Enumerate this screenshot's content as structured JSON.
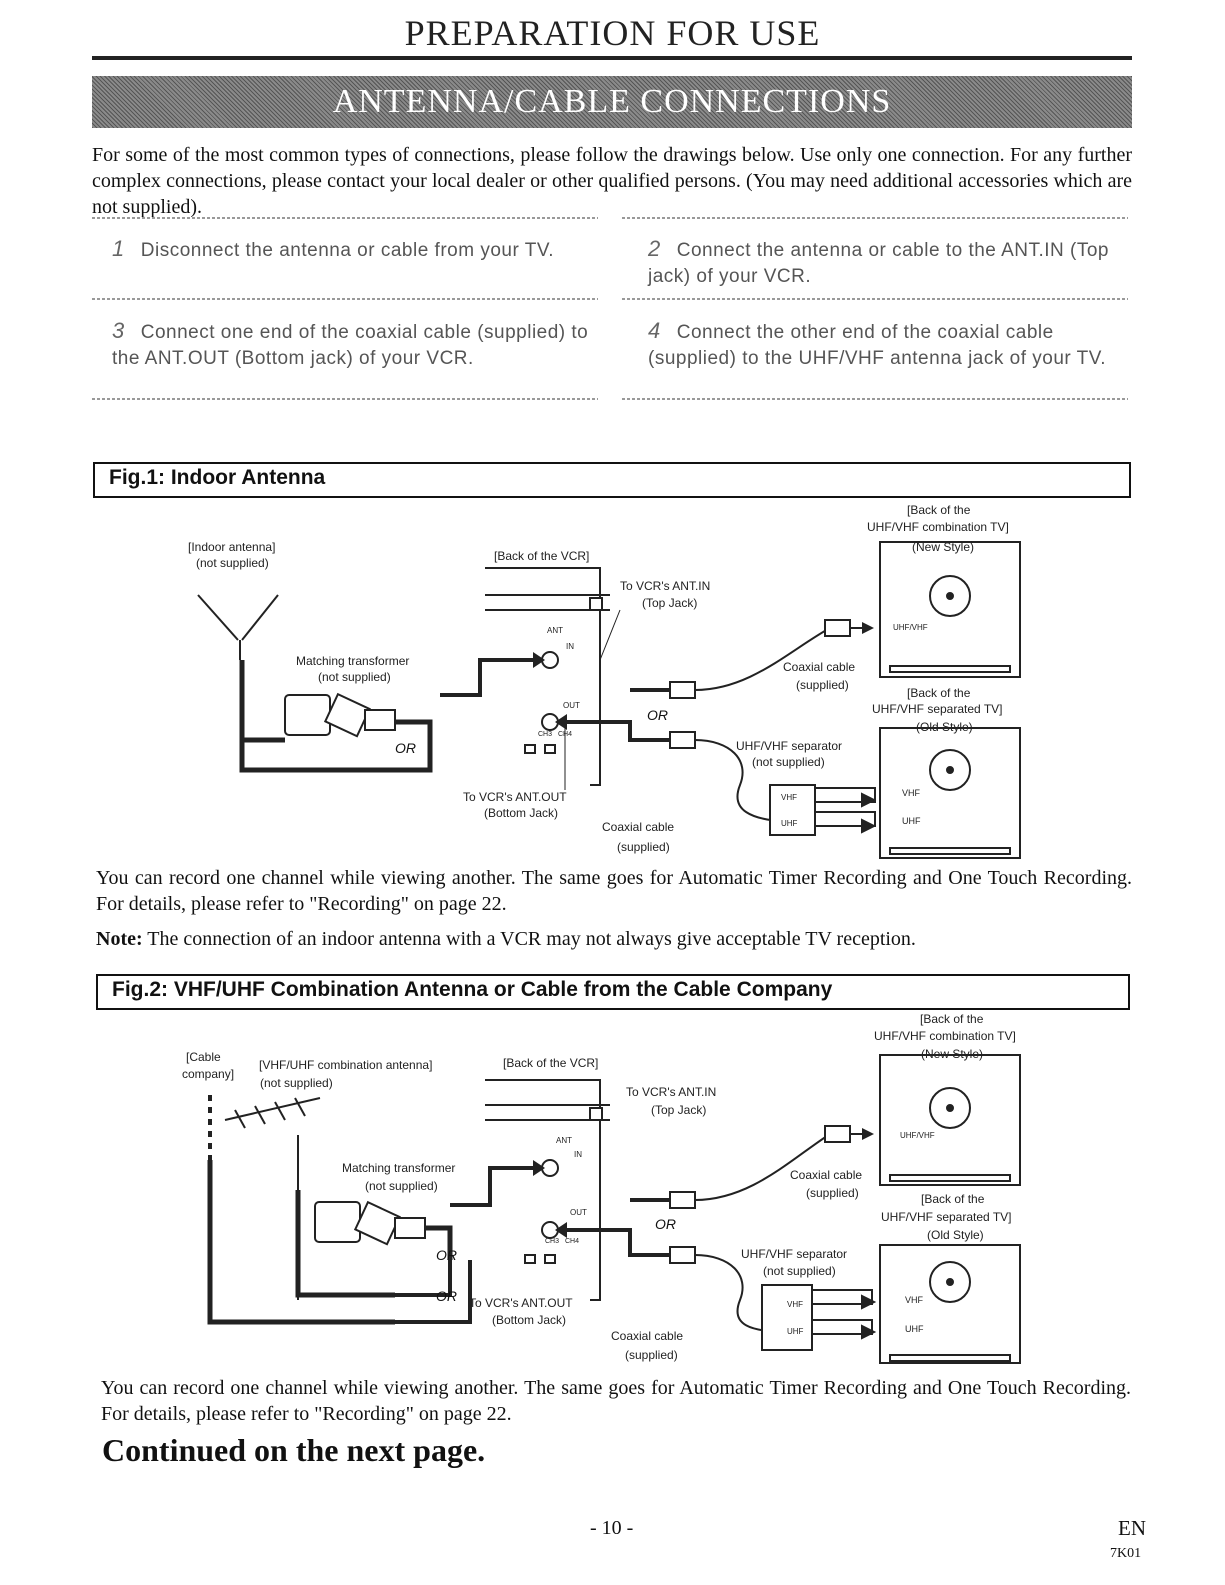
{
  "page": {
    "title": "PREPARATION FOR USE",
    "section_banner": "ANTENNA/CABLE CONNECTIONS",
    "intro": "For some of the most common types of connections, please follow the drawings below. Use only one connection. For any further complex connections, please contact your local dealer or other qualified persons. (You may need additional accessories which are not supplied).",
    "steps": [
      {
        "num": "1",
        "text": "Disconnect the antenna or cable from your TV."
      },
      {
        "num": "2",
        "text": "Connect the antenna or cable to the ANT.IN (Top jack) of your VCR."
      },
      {
        "num": "3",
        "text": "Connect one end of the coaxial cable (supplied) to the ANT.OUT (Bottom jack) of your VCR."
      },
      {
        "num": "4",
        "text": "Connect the other end of the coaxial cable (supplied) to the UHF/VHF antenna jack of your TV."
      }
    ],
    "fig1": {
      "title": "Fig.1: Indoor Antenna",
      "indoor_antenna": "[Indoor antenna]",
      "not_supplied": "(not supplied)",
      "matching_transformer": "Matching transformer",
      "back_vcr": "[Back of the VCR]",
      "to_ant_in": "To VCR's ANT.IN",
      "top_jack": "(Top Jack)",
      "to_ant_out": "To VCR's ANT.OUT",
      "bottom_jack": "(Bottom Jack)",
      "coaxial_cable": "Coaxial cable",
      "supplied": "(supplied)",
      "separator": "UHF/VHF separator",
      "back_tv_combo_1": "[Back of the",
      "back_tv_combo_2": "UHF/VHF combination TV]",
      "new_style": "(New Style)",
      "back_tv_sep_1": "[Back of the",
      "back_tv_sep_2": "UHF/VHF separated TV]",
      "old_style": "(Old Style)",
      "or": "OR",
      "ant": "ANT",
      "in": "IN",
      "out": "OUT",
      "ch3": "CH3",
      "ch4": "CH4",
      "uhfvhf": "UHF/VHF",
      "vhf": "VHF",
      "uhf": "UHF"
    },
    "after_fig1": "You can record one channel while viewing another. The same goes for Automatic Timer Recording and One Touch Recording. For details, please refer to \"Recording\" on page 22.",
    "note_label": "Note:",
    "note_text": "The connection of an indoor antenna with a VCR may not always give acceptable TV reception.",
    "fig2": {
      "title": "Fig.2: VHF/UHF Combination Antenna or Cable from the Cable Company",
      "cable_company_1": "[Cable",
      "cable_company_2": "company]",
      "combo_antenna": "[VHF/UHF combination antenna]",
      "not_supplied": "(not supplied)",
      "matching_transformer": "Matching transformer",
      "back_vcr": "[Back of the VCR]",
      "to_ant_in": "To VCR's ANT.IN",
      "top_jack": "(Top Jack)",
      "to_ant_out": "To VCR's ANT.OUT",
      "bottom_jack": "(Bottom Jack)",
      "coaxial_cable": "Coaxial cable",
      "supplied": "(supplied)",
      "separator": "UHF/VHF separator",
      "back_tv_combo_1": "[Back of the",
      "back_tv_combo_2": "UHF/VHF combination TV]",
      "new_style": "(New Style)",
      "back_tv_sep_1": "[Back of the",
      "back_tv_sep_2": "UHF/VHF separated TV]",
      "old_style": "(Old Style)",
      "or": "OR",
      "ant": "ANT",
      "in": "IN",
      "out": "OUT",
      "ch3": "CH3",
      "ch4": "CH4",
      "uhfvhf": "UHF/VHF",
      "vhf": "VHF",
      "uhf": "UHF"
    },
    "after_fig2": "You can record one channel while viewing another. The same goes for Automatic Timer Recording and One Touch Recording. For details, please refer to \"Recording\" on page 22.",
    "continued": "Continued on the next page.",
    "page_number": "- 10 -",
    "lang": "EN",
    "code": "7K01"
  }
}
